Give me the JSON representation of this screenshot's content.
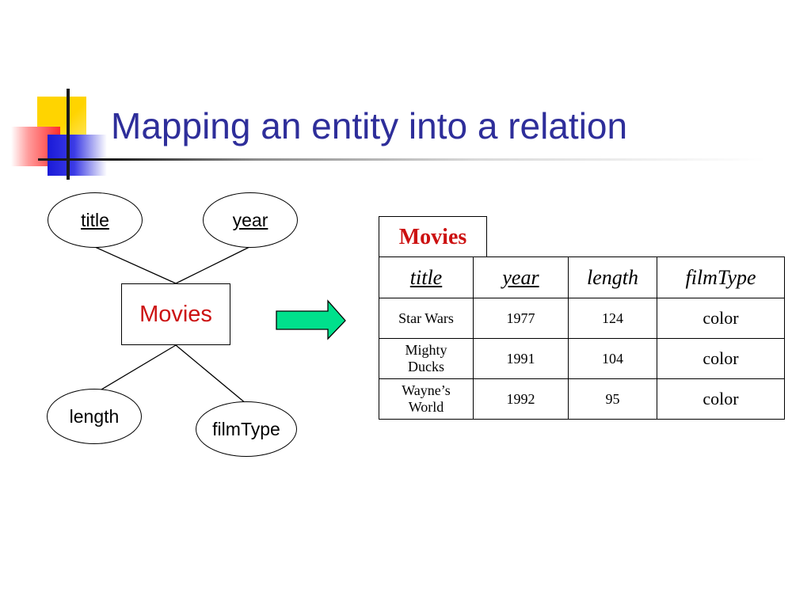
{
  "slide": {
    "title": "Mapping an entity into a relation"
  },
  "er_diagram": {
    "entity": "Movies",
    "attributes": [
      {
        "label": "title",
        "key": true
      },
      {
        "label": "year",
        "key": true
      },
      {
        "label": "length",
        "key": false
      },
      {
        "label": "filmType",
        "key": false
      }
    ]
  },
  "arrow": {
    "color": "#00e08c"
  },
  "relation": {
    "name": "Movies",
    "columns": [
      {
        "label": "title",
        "key": true
      },
      {
        "label": "year",
        "key": true
      },
      {
        "label": "length",
        "key": false
      },
      {
        "label": "filmType",
        "key": false
      }
    ],
    "rows": [
      [
        "Star Wars",
        "1977",
        "124",
        "color"
      ],
      [
        "Mighty Ducks",
        "1991",
        "104",
        "color"
      ],
      [
        "Wayne’s World",
        "1992",
        "95",
        "color"
      ]
    ]
  },
  "colors": {
    "title": "#2e2e9a",
    "entity_text": "#cc1111",
    "relation_name": "#cc1111"
  }
}
